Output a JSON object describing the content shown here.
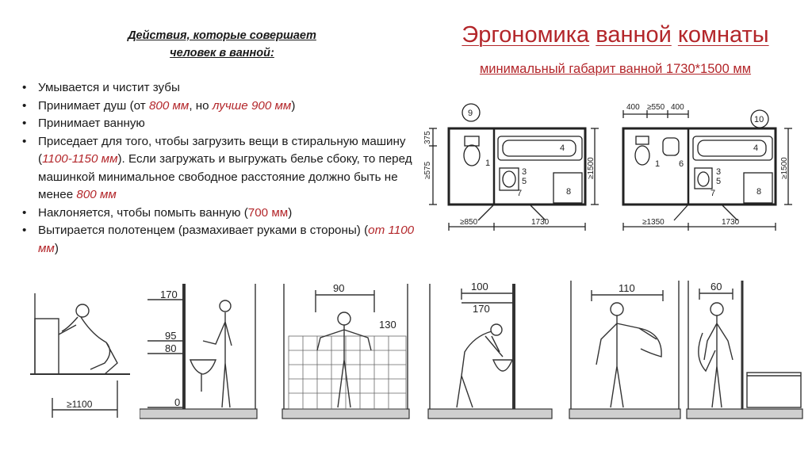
{
  "left_heading": {
    "line1": "Действия, которые совершает",
    "line2": "человек в ванной:"
  },
  "actions": [
    {
      "parts": [
        {
          "t": "Умывается и чистит зубы"
        }
      ]
    },
    {
      "parts": [
        {
          "t": "Принимает душ (от "
        },
        {
          "t": "800 мм",
          "hl": true
        },
        {
          "t": ", но "
        },
        {
          "t": "лучше 900 мм",
          "hl": true
        },
        {
          "t": ")"
        }
      ]
    },
    {
      "parts": [
        {
          "t": "Принимает ванную"
        }
      ]
    },
    {
      "parts": [
        {
          "t": "Приседает для того, чтобы загрузить вещи в стиральную машину ("
        },
        {
          "t": "1100-1150 мм",
          "hl": true
        },
        {
          "t": "). Если загружать и выгружать белье сбоку, то перед машинкой минимальное свободное расстояние должно быть не менее "
        },
        {
          "t": "800 мм",
          "hl": true
        }
      ]
    },
    {
      "parts": [
        {
          "t": "Наклоняется, чтобы помыть ванную ("
        },
        {
          "t": "700 мм",
          "hl": true,
          "plain": true
        },
        {
          "t": ")"
        }
      ]
    },
    {
      "parts": [
        {
          "t": "Вытирается полотенцем (размахивает руками в стороны) ("
        },
        {
          "t": "от 1100 мм",
          "hl": true
        },
        {
          "t": ")"
        }
      ]
    }
  ],
  "title": {
    "words": [
      "Эргономика",
      "ванной",
      "комнаты"
    ],
    "subtitle": "минимальный габарит ванной 1730*1500 мм"
  },
  "plans": {
    "plan9": {
      "number": "9",
      "dim_375": "375",
      "dim_575": "≥575",
      "dim_850": "≥850",
      "dim_1730": "1730",
      "dim_1500": "≥1500",
      "labels": [
        "1",
        "3",
        "4",
        "5",
        "7",
        "8"
      ]
    },
    "plan10": {
      "number": "10",
      "dim_400": "400",
      "dim_550": "≥550",
      "dim_400b": "400",
      "dim_1350": "≥1350",
      "dim_1730": "1730",
      "dim_1500": "≥1500",
      "labels": [
        "1",
        "6",
        "3",
        "4",
        "5",
        "7",
        "8"
      ]
    }
  },
  "figures": {
    "squat": {
      "dim": "≥1100"
    },
    "heights": {
      "h170": "170",
      "h95": "95",
      "h80": "80",
      "h0": "0"
    },
    "washing": {
      "w90": "90",
      "h130": "130"
    },
    "bending": {
      "w100": "100",
      "h170": "170"
    },
    "towel_wide": {
      "w110": "110"
    },
    "towel_narrow": {
      "w60": "60"
    }
  }
}
